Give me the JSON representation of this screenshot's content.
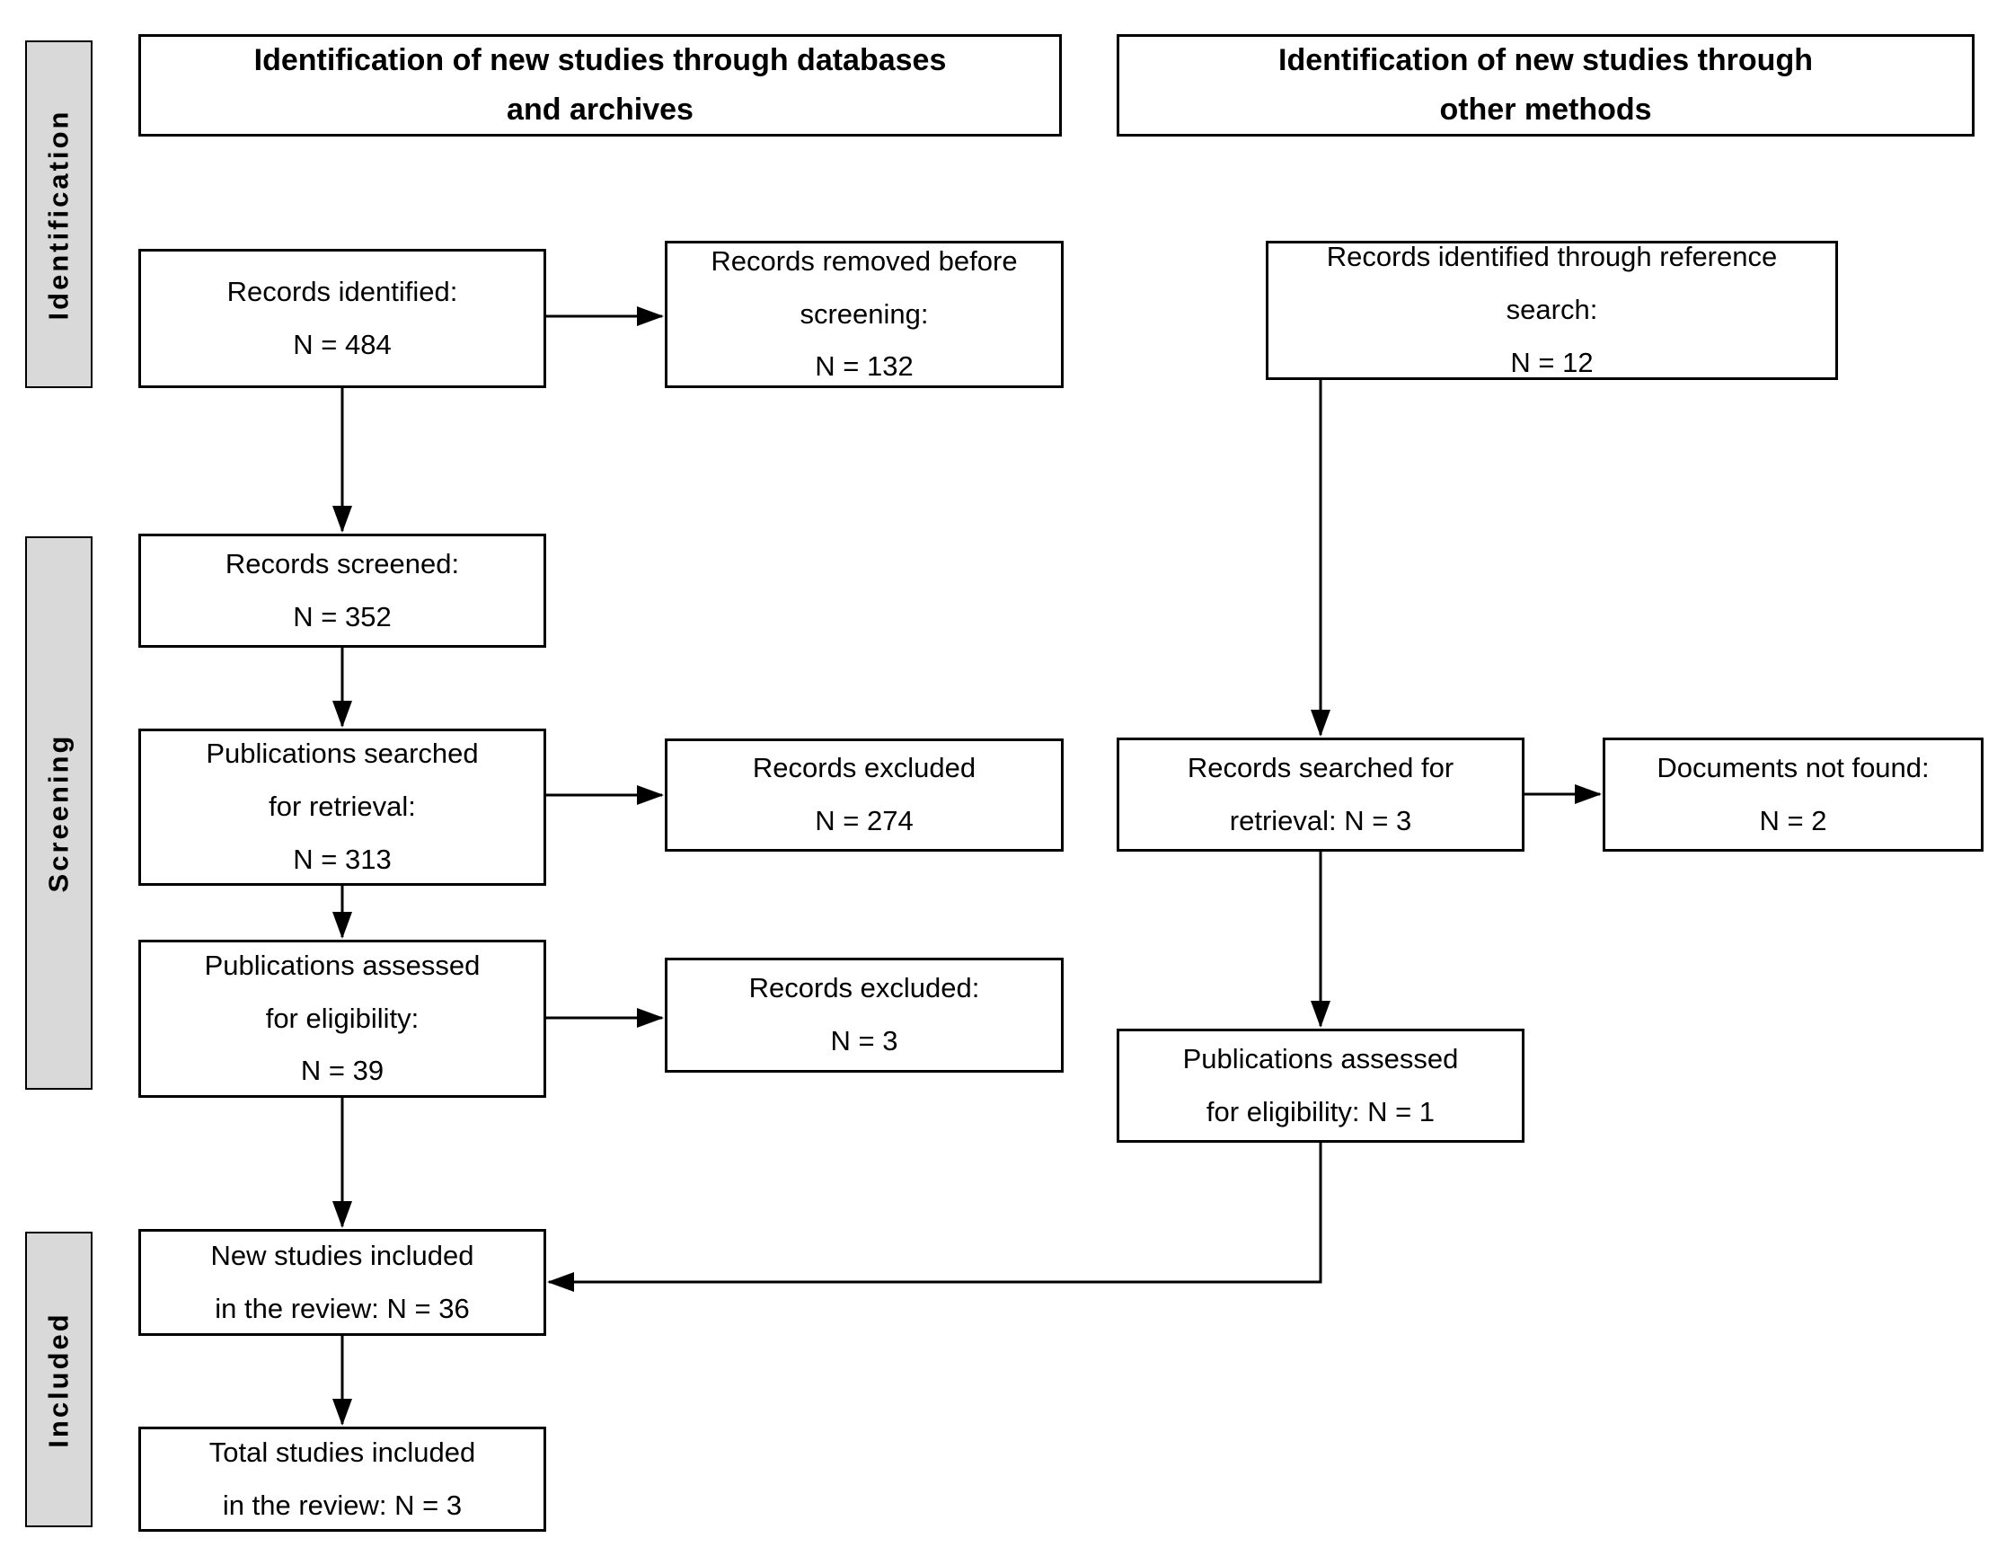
{
  "colors": {
    "box_fill": "#ffffff",
    "box_border": "#000000",
    "stage_fill": "#d9d9d9",
    "text": "#000000"
  },
  "sidebar": {
    "identification": {
      "label": "Identification"
    },
    "screening": {
      "label": "Screening"
    },
    "included": {
      "label": "Included"
    }
  },
  "headers": {
    "left": {
      "line1": "Identification of new studies through databases",
      "line2": "and archives"
    },
    "right": {
      "line1": "Identification of new studies through",
      "line2": "other methods"
    }
  },
  "nodes": {
    "records_identified": {
      "text": "Records identified:\nN = 484"
    },
    "records_removed": {
      "text": "Records removed before\nscreening:\nN = 132"
    },
    "reference_search": {
      "text": "Records identified through reference\nsearch:\nN = 12"
    },
    "records_screened": {
      "text": "Records screened:\nN = 352"
    },
    "publications_searched": {
      "text": "Publications searched\nfor retrieval:\nN = 313"
    },
    "records_excluded_274": {
      "text": "Records excluded\nN = 274"
    },
    "records_searched_retrieval": {
      "text": "Records searched for\nretrieval: N = 3"
    },
    "documents_not_found": {
      "text": "Documents not found:\nN = 2"
    },
    "publications_assessed_39": {
      "text": "Publications assessed\nfor eligibility:\nN = 39"
    },
    "records_excluded_3": {
      "text": "Records excluded:\nN = 3"
    },
    "publications_assessed_1": {
      "text": "Publications assessed\nfor eligibility: N = 1"
    },
    "new_studies_included": {
      "text": "New studies included\nin the review: N = 36"
    },
    "total_studies_included": {
      "text": "Total studies included\nin the review: N = 3"
    }
  },
  "edges": [
    {
      "from": "records_identified",
      "to": "records_removed"
    },
    {
      "from": "records_identified",
      "to": "records_screened"
    },
    {
      "from": "records_screened",
      "to": "publications_searched"
    },
    {
      "from": "publications_searched",
      "to": "records_excluded_274"
    },
    {
      "from": "publications_searched",
      "to": "publications_assessed_39"
    },
    {
      "from": "publications_assessed_39",
      "to": "records_excluded_3"
    },
    {
      "from": "publications_assessed_39",
      "to": "new_studies_included"
    },
    {
      "from": "reference_search",
      "to": "records_searched_retrieval"
    },
    {
      "from": "records_searched_retrieval",
      "to": "documents_not_found"
    },
    {
      "from": "records_searched_retrieval",
      "to": "publications_assessed_1"
    },
    {
      "from": "publications_assessed_1",
      "to": "new_studies_included"
    },
    {
      "from": "new_studies_included",
      "to": "total_studies_included"
    }
  ]
}
